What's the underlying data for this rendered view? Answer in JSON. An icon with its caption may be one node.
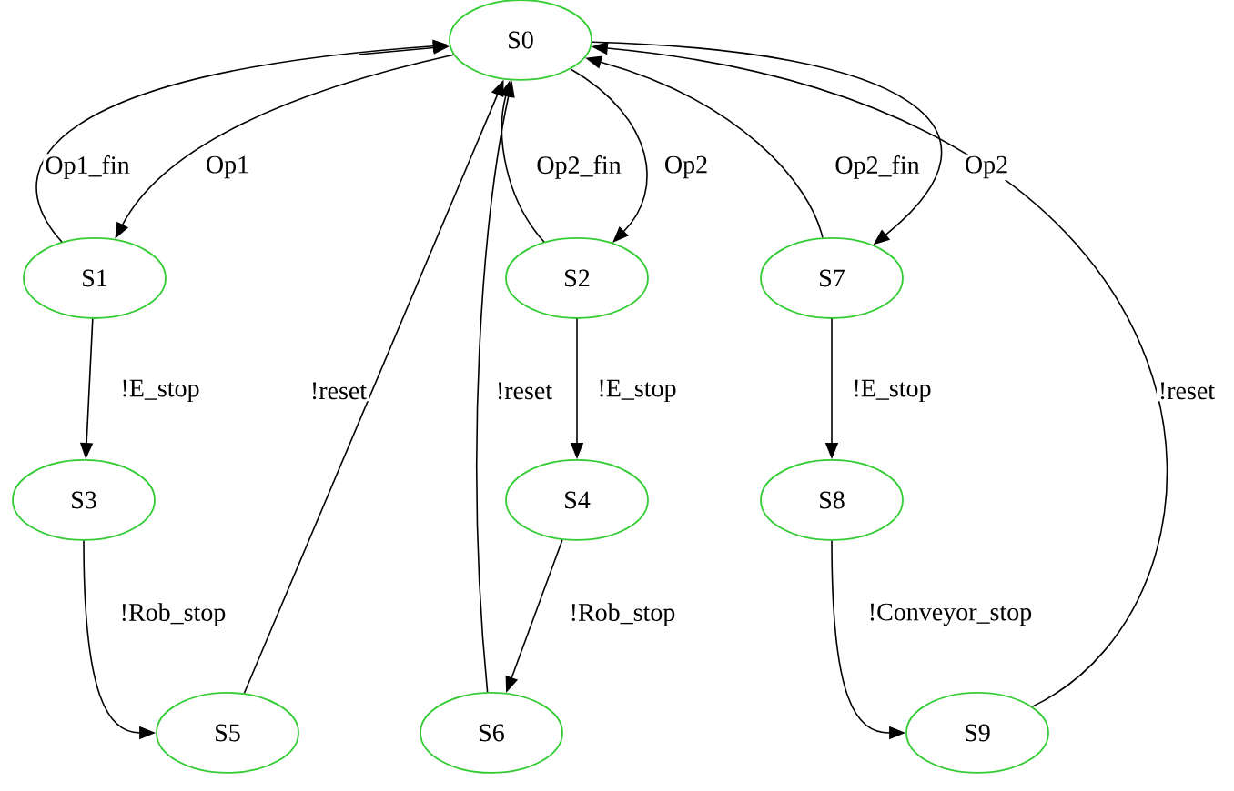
{
  "diagram": {
    "nodes": [
      {
        "text": [
          "S0"
        ]
      },
      {
        "text": [
          "S1"
        ]
      },
      {
        "text": [
          "S2"
        ]
      },
      {
        "text": [
          "S7"
        ]
      },
      {
        "text": [
          "S3"
        ]
      },
      {
        "text": [
          "S4"
        ]
      },
      {
        "text": [
          "S8"
        ]
      },
      {
        "text": [
          "S5"
        ]
      },
      {
        "text": [
          "S6"
        ]
      },
      {
        "text": [
          "S9"
        ]
      }
    ],
    "edges": [
      {
        "from": null,
        "to": 0,
        "arrow": "to"
      },
      {
        "from": 0,
        "to": 1,
        "arrow": "to",
        "label": "Op1"
      },
      {
        "from": 1,
        "to": 0,
        "arrow": "to",
        "label": "Op1_fin"
      },
      {
        "from": 0,
        "to": 2,
        "arrow": "to",
        "label": "Op2"
      },
      {
        "from": 2,
        "to": 0,
        "arrow": "to",
        "label": "Op2_fin"
      },
      {
        "from": 0,
        "to": 3,
        "arrow": "to",
        "label": "Op2"
      },
      {
        "from": 3,
        "to": 0,
        "arrow": "to",
        "label": "Op2_fin"
      },
      {
        "from": 1,
        "to": 4,
        "arrow": "to",
        "label": "!E_stop"
      },
      {
        "from": 4,
        "to": 7,
        "arrow": "to",
        "label": "!Rob_stop"
      },
      {
        "from": 7,
        "to": 0,
        "arrow": "to",
        "label": "!reset"
      },
      {
        "from": 2,
        "to": 5,
        "arrow": "to",
        "label": "!E_stop"
      },
      {
        "from": 5,
        "to": 8,
        "arrow": "to",
        "label": "!Rob_stop"
      },
      {
        "from": 8,
        "to": 0,
        "arrow": "to",
        "label": "!reset"
      },
      {
        "from": 3,
        "to": 6,
        "arrow": "to",
        "label": "!E_stop"
      },
      {
        "from": 6,
        "to": 9,
        "arrow": "to",
        "label": "!Conveyor_stop"
      },
      {
        "from": 9,
        "to": 0,
        "arrow": "to",
        "label": "!reset"
      }
    ]
  }
}
